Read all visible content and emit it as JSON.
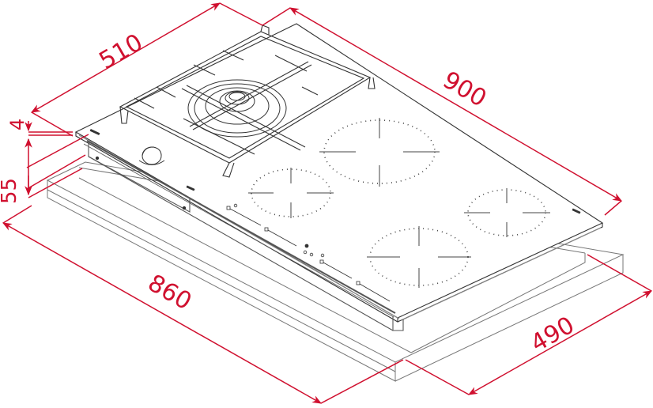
{
  "diagram": {
    "type": "isometric technical dimension drawing",
    "subject": "gas + induction combination hob on countertop cut-out",
    "colors": {
      "dimension": "#d0102f",
      "outline": "#333333",
      "light_line": "#777777",
      "background": "#ffffff"
    },
    "dimensions": {
      "depth_top": {
        "label": "510",
        "unit": "mm"
      },
      "width_top": {
        "label": "900",
        "unit": "mm"
      },
      "glass_thickness": {
        "label": "4",
        "unit": "mm"
      },
      "built_in_height": {
        "label": "55",
        "unit": "mm"
      },
      "cutout_width": {
        "label": "860",
        "unit": "mm"
      },
      "cutout_depth": {
        "label": "490",
        "unit": "mm"
      }
    },
    "components": {
      "gas_burner": {
        "count": 1,
        "label": "wok burner with cast-iron pan support"
      },
      "control_knob": {
        "count": 1
      },
      "induction_zones": {
        "count": 4,
        "sizes": [
          "large rear",
          "small left",
          "small right",
          "medium front"
        ]
      },
      "touch_controls": {
        "count": 4
      }
    }
  }
}
